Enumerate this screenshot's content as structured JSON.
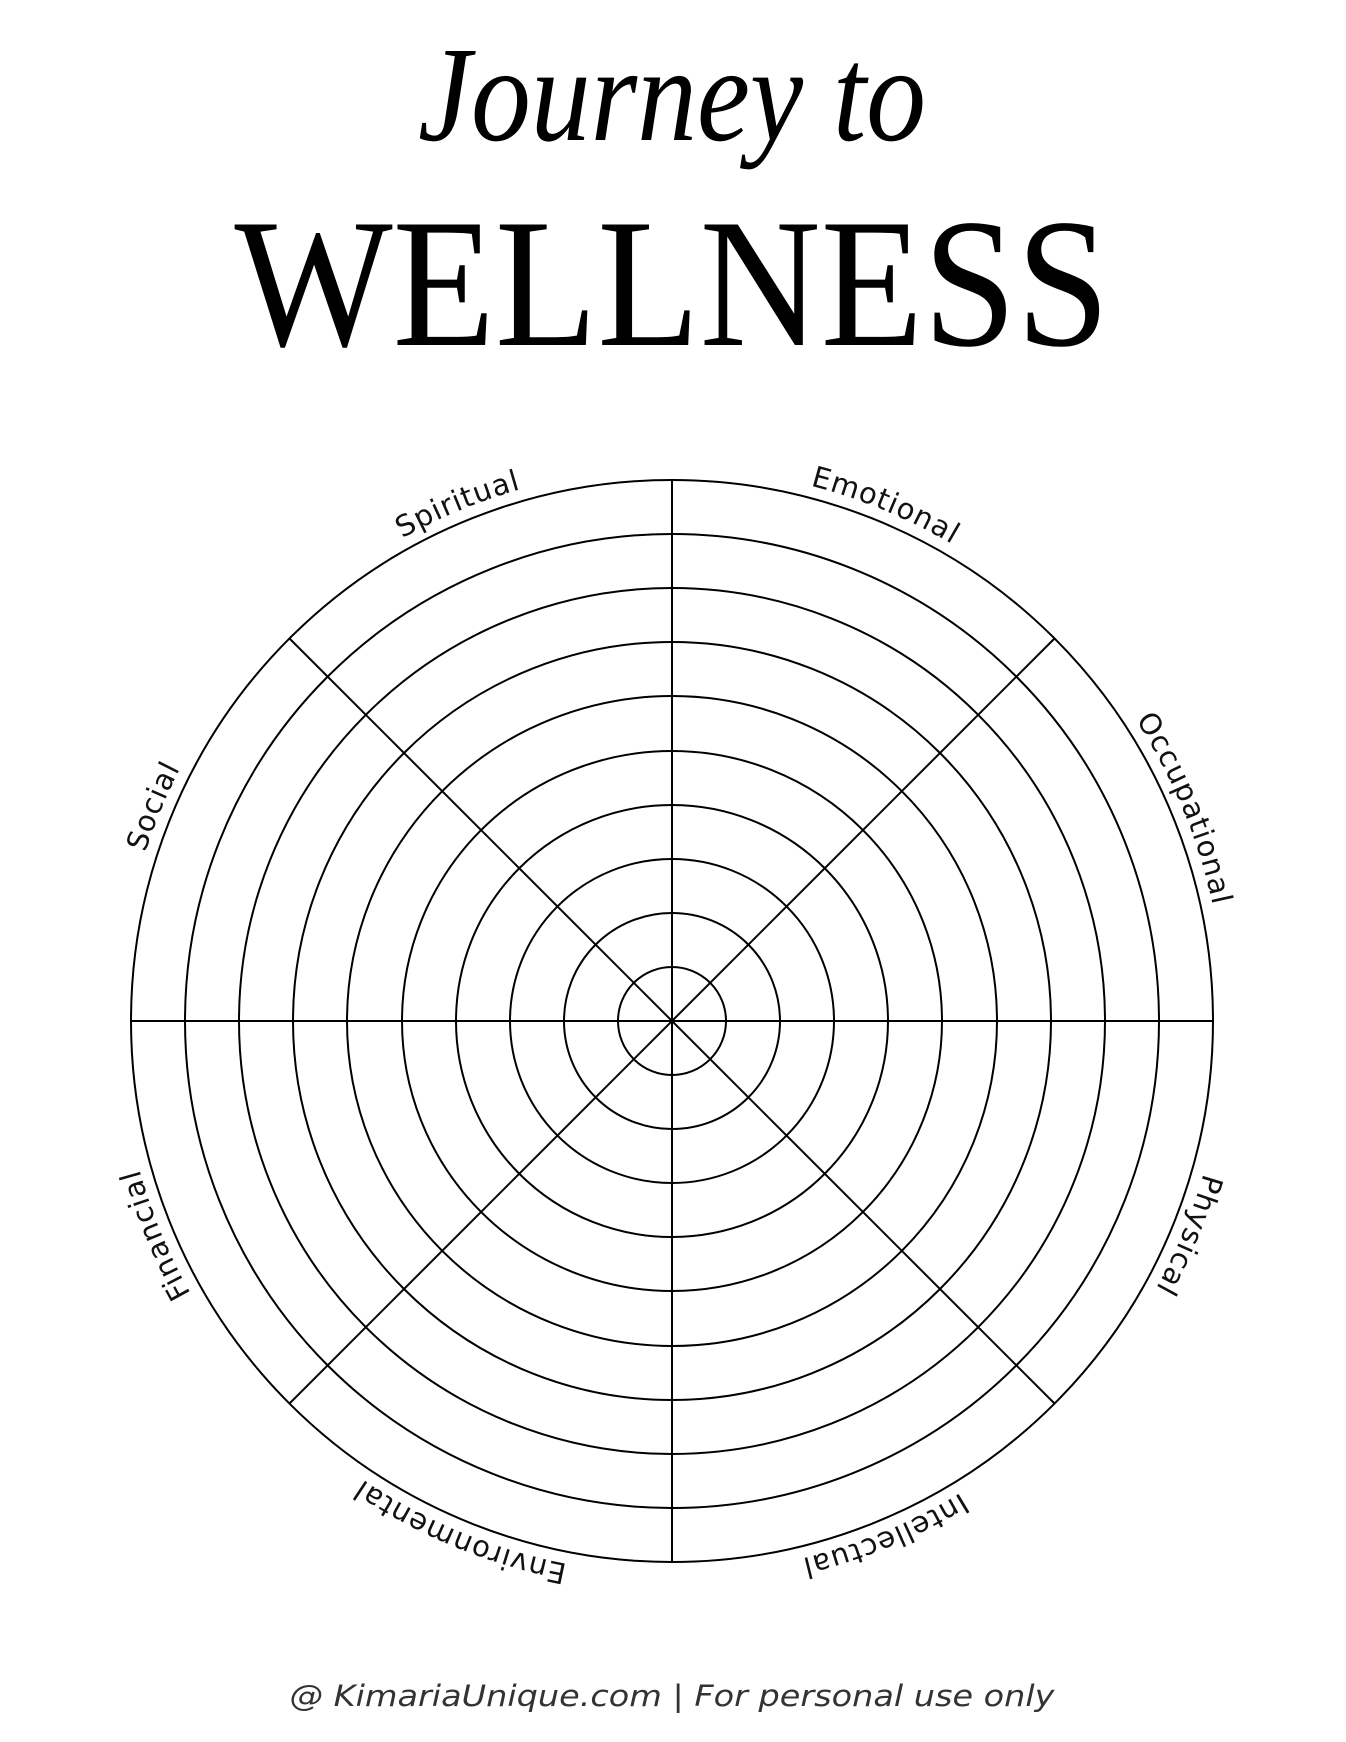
{
  "header": {
    "title_script": "Journey to",
    "title_main": "WELLNESS"
  },
  "wheel": {
    "rings": 10,
    "spokes": 8,
    "line_color": "#000000",
    "labels": [
      {
        "name": "Emotional",
        "angle_deg": 22.5
      },
      {
        "name": "Occupational",
        "angle_deg": 67.5
      },
      {
        "name": "Physical",
        "angle_deg": 112.5
      },
      {
        "name": "Intellectual",
        "angle_deg": 157.5
      },
      {
        "name": "Environmental",
        "angle_deg": 202.5
      },
      {
        "name": "Financial",
        "angle_deg": 247.5
      },
      {
        "name": "Social",
        "angle_deg": 292.5
      },
      {
        "name": "Spiritual",
        "angle_deg": 337.5
      }
    ]
  },
  "footer": {
    "text": "@ KimariaUnique.com | For personal use only",
    "color": "#333333"
  }
}
